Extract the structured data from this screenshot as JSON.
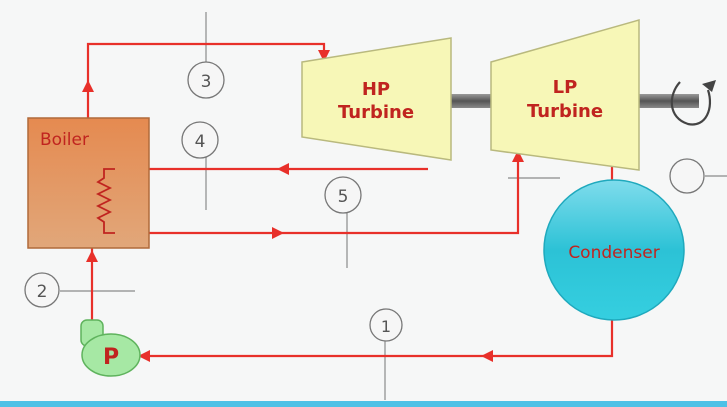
{
  "labels": {
    "boiler": "Boiler",
    "hp_turbine_line1": "HP",
    "hp_turbine_line2": "Turbine",
    "lp_turbine_line1": "LP",
    "lp_turbine_line2": "Turbine",
    "condenser": "Condenser",
    "pump": "P"
  },
  "state_points": {
    "p1": "1",
    "p2": "2",
    "p3": "3",
    "p4": "4",
    "p5": "5",
    "p6": ""
  },
  "colors": {
    "pipe": "#e8302a",
    "boiler_fill": "#dc8a52",
    "turbine_fill": "#f7f7b7",
    "condenser_fill": "#3ec8d8",
    "pump_fill": "#a6e8a4",
    "background": "#f6f7f7",
    "bottom_strip": "#4dc1e6"
  }
}
